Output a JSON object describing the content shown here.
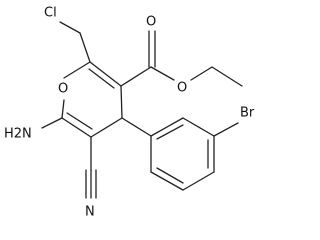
{
  "structure": {
    "atom_labels": {
      "chlorine": "Cl",
      "ring_oxygen": "O",
      "carbonyl_oxygen": "O",
      "ester_oxygen": "O",
      "amine": "H2N",
      "nitrile_nitrogen": "N",
      "bromine": "Br"
    }
  }
}
